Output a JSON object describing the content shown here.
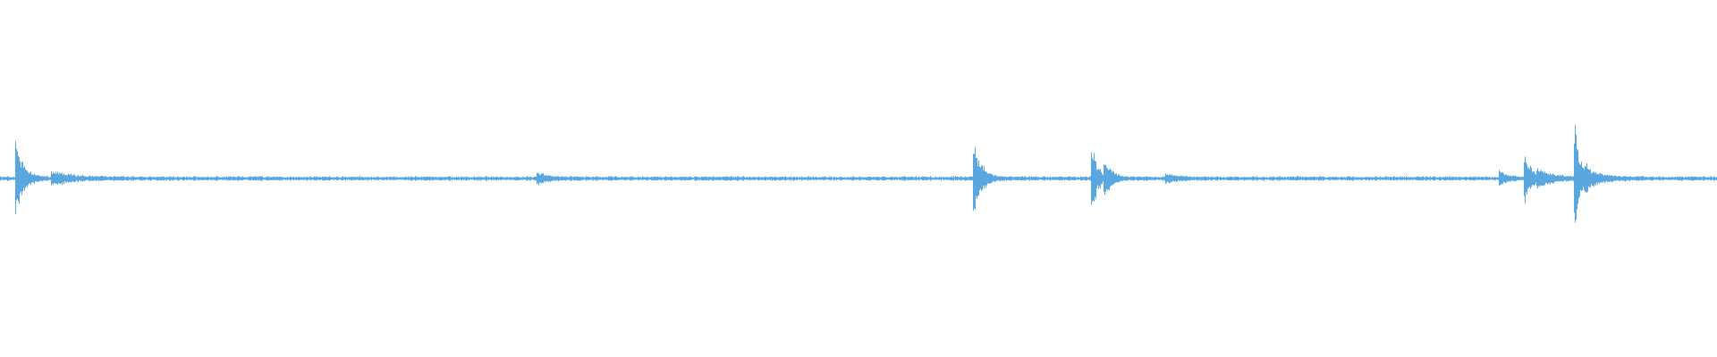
{
  "waveform": {
    "color": "#5aa7e0",
    "background": "#ffffff",
    "peaks": [
      {
        "t": 0.009,
        "amp": 0.3,
        "decay": 0.004
      },
      {
        "t": 0.03,
        "amp": 0.05,
        "decay": 0.012
      },
      {
        "t": 0.313,
        "amp": 0.04,
        "decay": 0.006
      },
      {
        "t": 0.567,
        "amp": 0.3,
        "decay": 0.004
      },
      {
        "t": 0.636,
        "amp": 0.25,
        "decay": 0.003
      },
      {
        "t": 0.643,
        "amp": 0.14,
        "decay": 0.004
      },
      {
        "t": 0.679,
        "amp": 0.03,
        "decay": 0.006
      },
      {
        "t": 0.873,
        "amp": 0.05,
        "decay": 0.005
      },
      {
        "t": 0.888,
        "amp": 0.16,
        "decay": 0.004
      },
      {
        "t": 0.895,
        "amp": 0.05,
        "decay": 0.01
      },
      {
        "t": 0.917,
        "amp": 0.44,
        "decay": 0.003
      },
      {
        "t": 0.923,
        "amp": 0.06,
        "decay": 0.01
      }
    ],
    "noise_floor": 0.012
  }
}
